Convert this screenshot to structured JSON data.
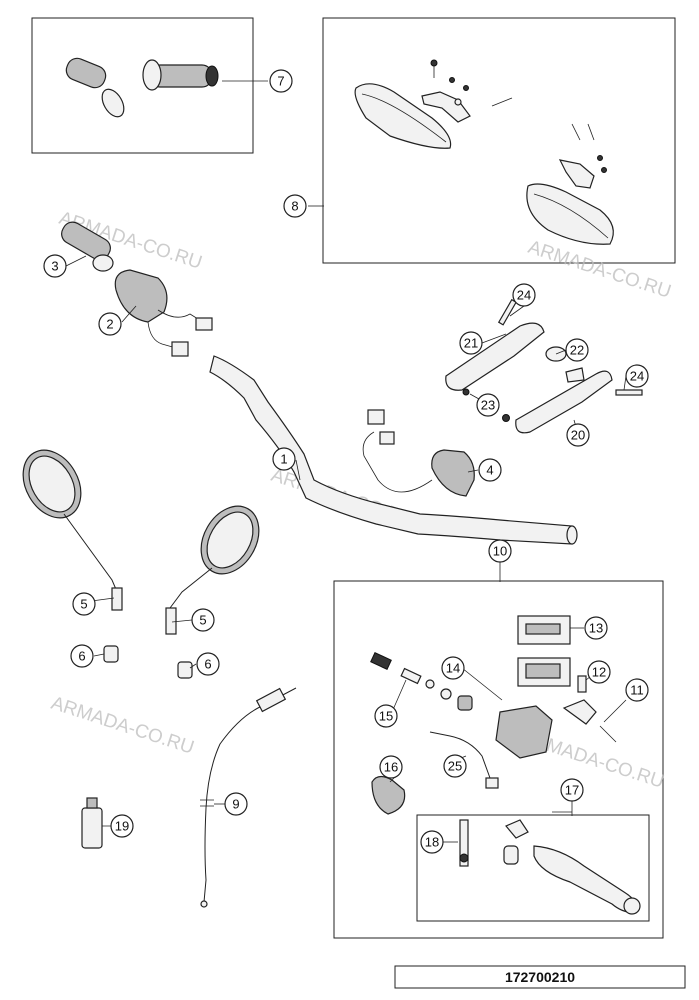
{
  "watermark": "ARMADA-CO.RU",
  "document_number": "172700210",
  "callouts": [
    "1",
    "2",
    "3",
    "4",
    "5",
    "5",
    "6",
    "6",
    "7",
    "8",
    "9",
    "10",
    "11",
    "12",
    "13",
    "14",
    "15",
    "16",
    "17",
    "18",
    "19",
    "20",
    "21",
    "22",
    "23",
    "24",
    "24",
    "25"
  ]
}
